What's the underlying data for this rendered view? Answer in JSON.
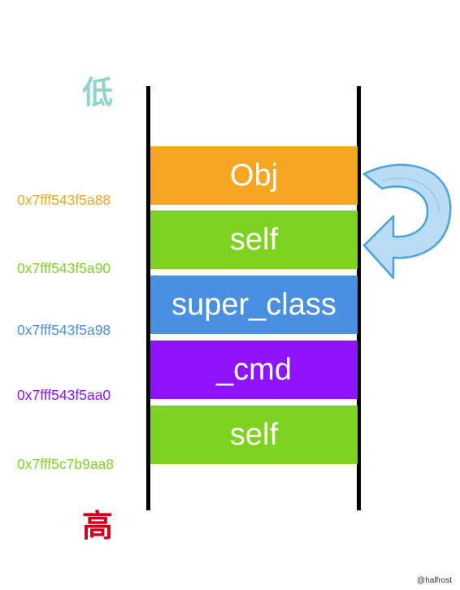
{
  "edge_labels": {
    "low": "低",
    "high": "高"
  },
  "colors": {
    "low": "#8ed6cc",
    "high": "#d0021b",
    "arrow": "#b9dcf2",
    "arrow_stroke": "#4aa3df"
  },
  "stack": [
    {
      "label": "Obj",
      "color": "#f5a623"
    },
    {
      "label": "self",
      "color": "#7ed321"
    },
    {
      "label": "super_class",
      "color": "#4a90e2"
    },
    {
      "label": "_cmd",
      "color": "#9013fe"
    },
    {
      "label": "self",
      "color": "#7ed321"
    }
  ],
  "addresses": [
    {
      "text": "0x7fff543f5a88",
      "color": "#f5a623"
    },
    {
      "text": "0x7fff543f5a90",
      "color": "#7ed321"
    },
    {
      "text": "0x7fff543f5a98",
      "color": "#4a90e2"
    },
    {
      "text": "0x7fff543f5aa0",
      "color": "#9013fe"
    },
    {
      "text": "0x7fff5c7b9aa8",
      "color": "#7ed321"
    }
  ],
  "watermark": "@halfrost"
}
